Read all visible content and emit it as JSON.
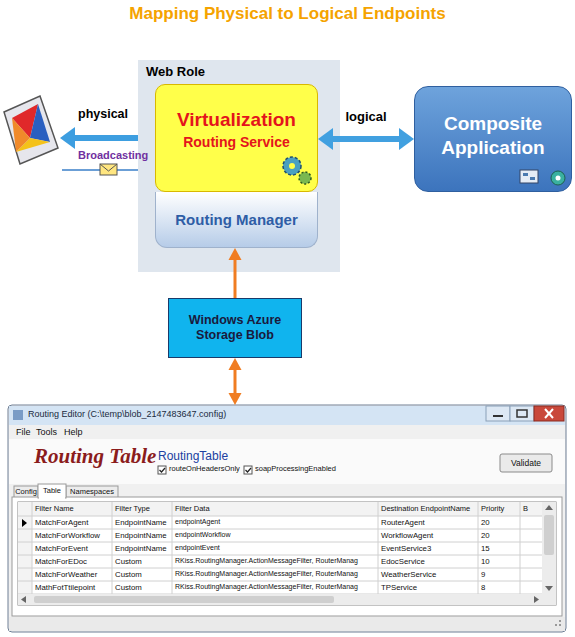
{
  "diagram": {
    "title": "Mapping Physical to Logical Endpoints",
    "nodes": [
      {
        "text": [
          "Web Role"
        ]
      },
      {
        "text": [
          "Virtualization",
          "Routing Service"
        ],
        "in": 0
      },
      {
        "text": [
          "Routing Manager"
        ],
        "in": 0
      },
      {
        "text": [
          "Composite Application"
        ]
      },
      {
        "text": [
          "Windows Azure Storage Blob"
        ]
      },
      {
        "text": [
          "Routing Editor (C:\\temp\\blob_2147483647.config)"
        ]
      }
    ],
    "edges": [
      {
        "from": 1,
        "to": 3,
        "label": "logical",
        "arrow": "both"
      },
      {
        "from": 4,
        "to": 2,
        "arrow": "to"
      },
      {
        "from": 4,
        "to": 5,
        "arrow": "both"
      }
    ],
    "labels": [
      "physical",
      "Broadcasting",
      "File",
      "Tools",
      "Help",
      "Routing Table",
      "RoutingTable",
      "routeOnHeadersOnly",
      "soapProcessingEnabled",
      "Validate",
      "Config",
      "Table",
      "Namespaces",
      "Filter Name",
      "Filter Type",
      "Filter Data",
      "Destination EndpointName",
      "Priority",
      "B",
      "MatchForAgent",
      "EndpointName",
      "endpointAgent",
      "RouterAgent",
      "20",
      "MatchForWorkflow",
      "EndpointName",
      "endpointWorkflow",
      "WorkflowAgent",
      "20",
      "MatchForEvent",
      "EndpointName",
      "endpointEvent",
      "EventService3",
      "15",
      "MatchForEDoc",
      "Custom",
      "RKiss.RoutingManager.ActionMessageFilter, RouterManag",
      "EdocService",
      "10",
      "MatchForWeather",
      "Custom",
      "RKiss.RoutingManager.ActionMessageFilter, RouterManag",
      "WeatherService",
      "9",
      "MathFotTtilepoint",
      "Custom",
      "RKiss.RoutingManager.ActionMessageFilter, RouterManag",
      "TPService",
      "8"
    ]
  }
}
